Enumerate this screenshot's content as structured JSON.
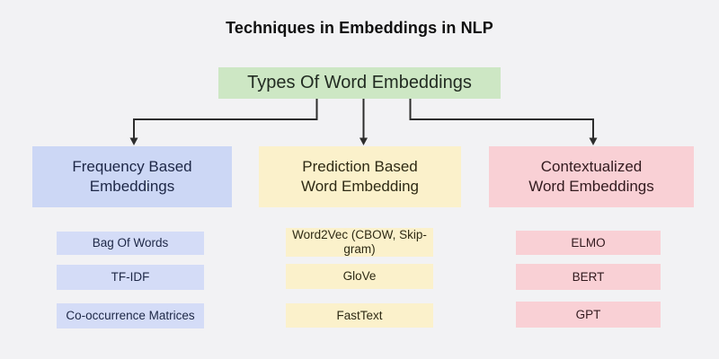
{
  "title": "Techniques in Embeddings in NLP",
  "root": {
    "label": "Types Of Word Embeddings"
  },
  "colors": {
    "background": "#f2f2f4",
    "root_bg": "#cde7c4",
    "connector": "#2d2d2d",
    "frequency_bg": "#ccd7f5",
    "frequency_item_bg": "#d4dcf7",
    "prediction_bg": "#fbf1cb",
    "prediction_item_bg": "#fbf1cb",
    "contextualized_bg": "#f9d0d5",
    "contextualized_item_bg": "#f9d0d5"
  },
  "branches": [
    {
      "label_lines": [
        "Frequency Based",
        "Embeddings"
      ],
      "items": [
        "Bag Of Words",
        "TF-IDF",
        "Co-occurrence Matrices"
      ]
    },
    {
      "label_lines": [
        "Prediction Based",
        "Word Embedding"
      ],
      "items": [
        "Word2Vec (CBOW, Skip-gram)",
        "GloVe",
        "FastText"
      ]
    },
    {
      "label_lines": [
        "Contextualized",
        "Word Embeddings"
      ],
      "items": [
        "ELMO",
        "BERT",
        "GPT"
      ]
    }
  ]
}
